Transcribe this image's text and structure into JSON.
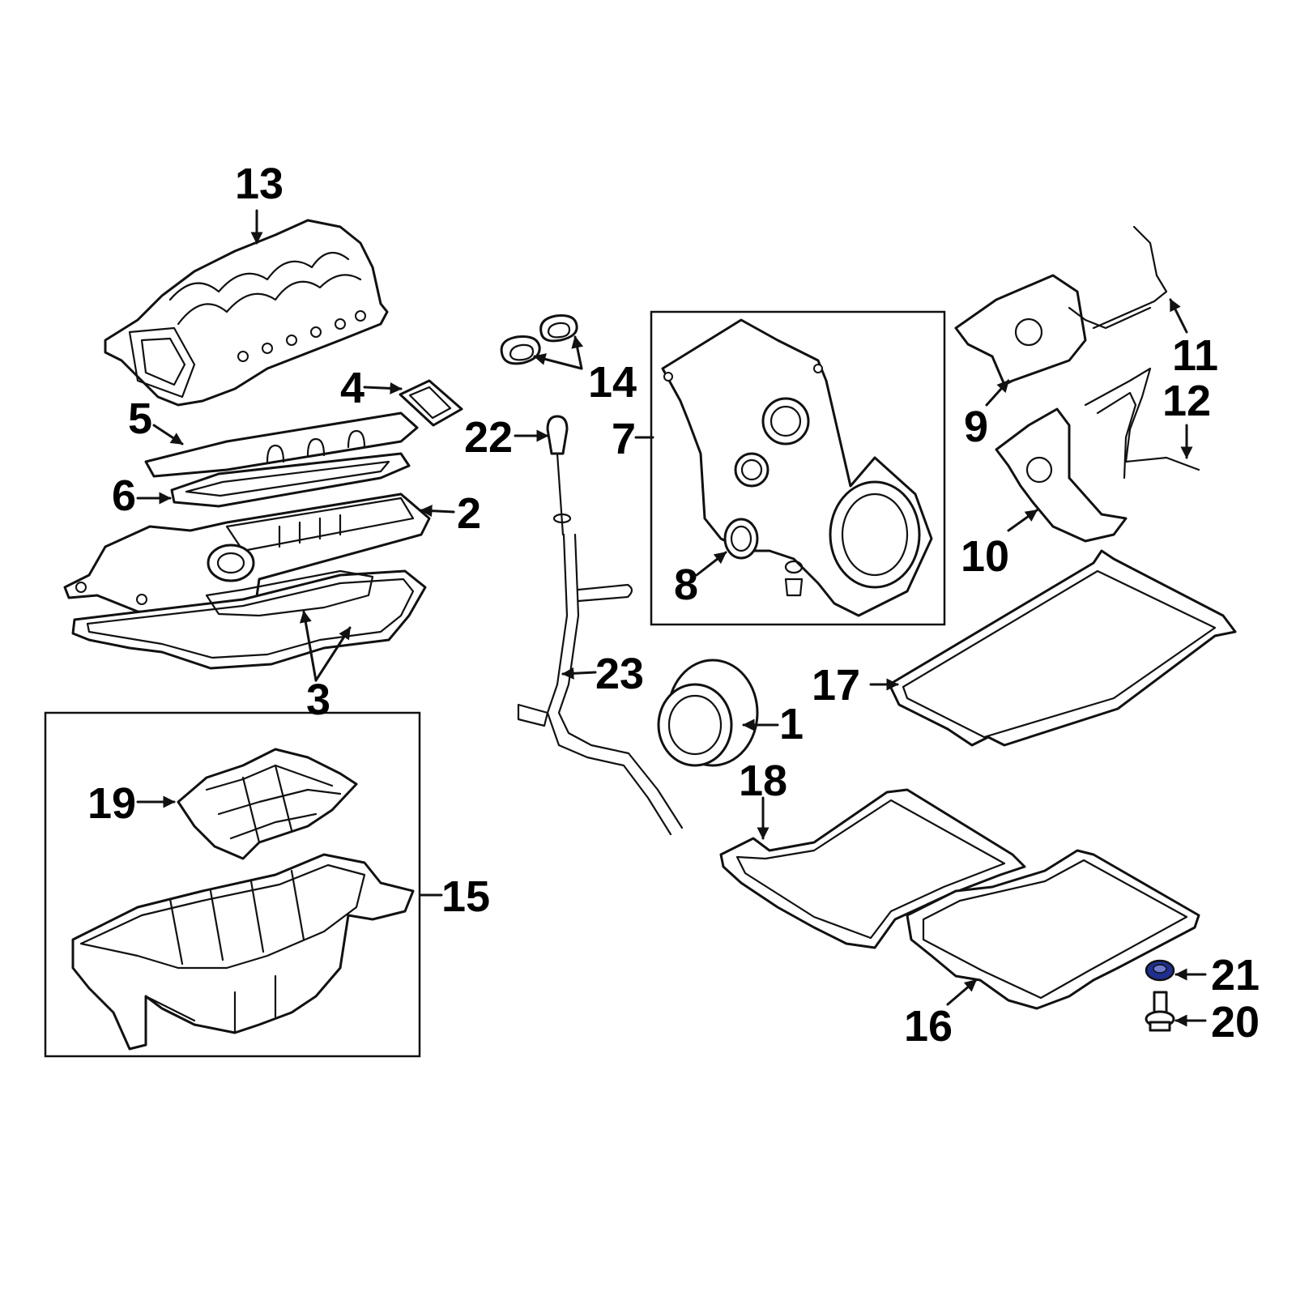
{
  "diagram": {
    "accent_color": "#1f2f8f",
    "highlighted_part": "21",
    "callouts": {
      "c1": "1",
      "c2": "2",
      "c3": "3",
      "c4": "4",
      "c5": "5",
      "c6": "6",
      "c7": "7",
      "c8": "8",
      "c9": "9",
      "c10": "10",
      "c11": "11",
      "c12": "12",
      "c13": "13",
      "c14": "14",
      "c15": "15",
      "c16": "16",
      "c17": "17",
      "c18": "18",
      "c19": "19",
      "c20": "20",
      "c21": "21",
      "c22": "22",
      "c23": "23"
    }
  }
}
